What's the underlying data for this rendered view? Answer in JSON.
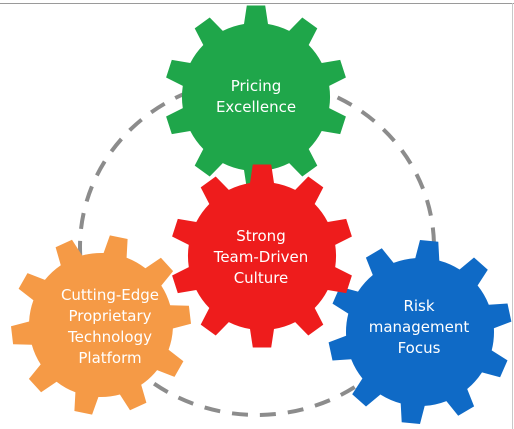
{
  "colors": {
    "green": "#1fa64a",
    "red": "#ee1c1c",
    "orange": "#f59a46",
    "blue": "#0f6ac6",
    "dash": "#8c8c8c"
  },
  "gears": {
    "pricing": {
      "lines": [
        "Pricing",
        "Excellence"
      ]
    },
    "culture": {
      "lines": [
        "Strong",
        "Team-Driven",
        "Culture"
      ]
    },
    "tech": {
      "lines": [
        "Cutting-Edge",
        "Proprietary",
        "Technology",
        "Platform"
      ]
    },
    "risk": {
      "lines": [
        "Risk",
        "management",
        "Focus"
      ]
    }
  }
}
